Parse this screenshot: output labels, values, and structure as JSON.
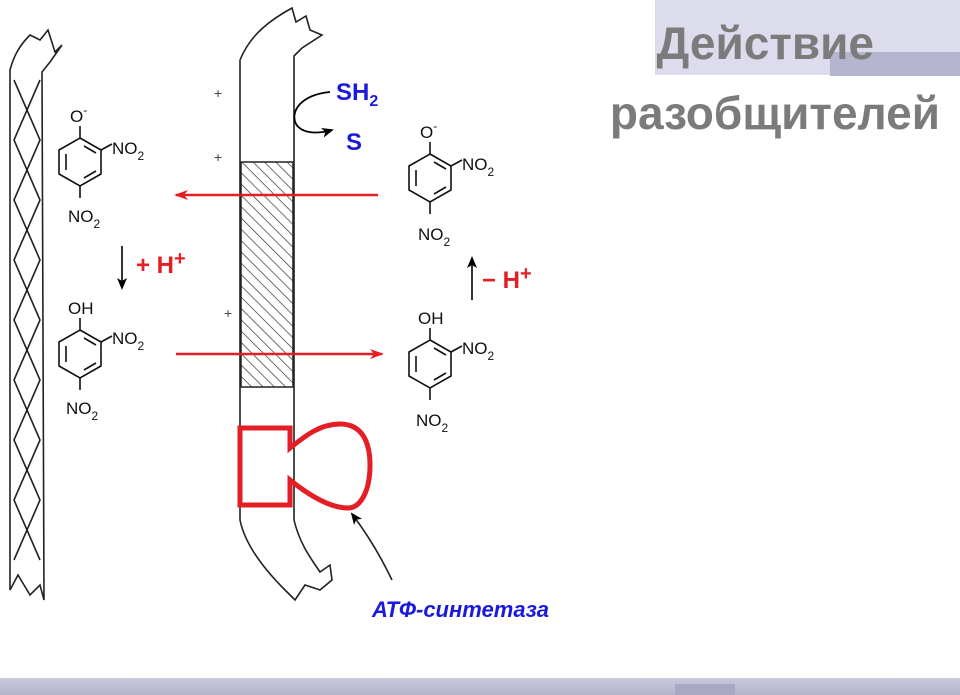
{
  "title": {
    "line1": "Действие",
    "line2": "разобщителей"
  },
  "reaction": {
    "substrate_html": "SH<tspan dy='6' font-size='16'>2</tspan>",
    "product": "S"
  },
  "labels": {
    "plus_h": "+ H+",
    "minus_h": "− H+",
    "atp_synthase": "АТФ-синтетаза",
    "membrane_charge": "+"
  },
  "molecules": {
    "phenolate_top": "O-",
    "phenol_top": "OH",
    "ortho_group": "NO2",
    "para_group": "NO2"
  },
  "colors": {
    "arrow": "#e31e24",
    "blue": "#1a1adc",
    "atp": "#e31e24",
    "title": "#7b7b7b"
  }
}
